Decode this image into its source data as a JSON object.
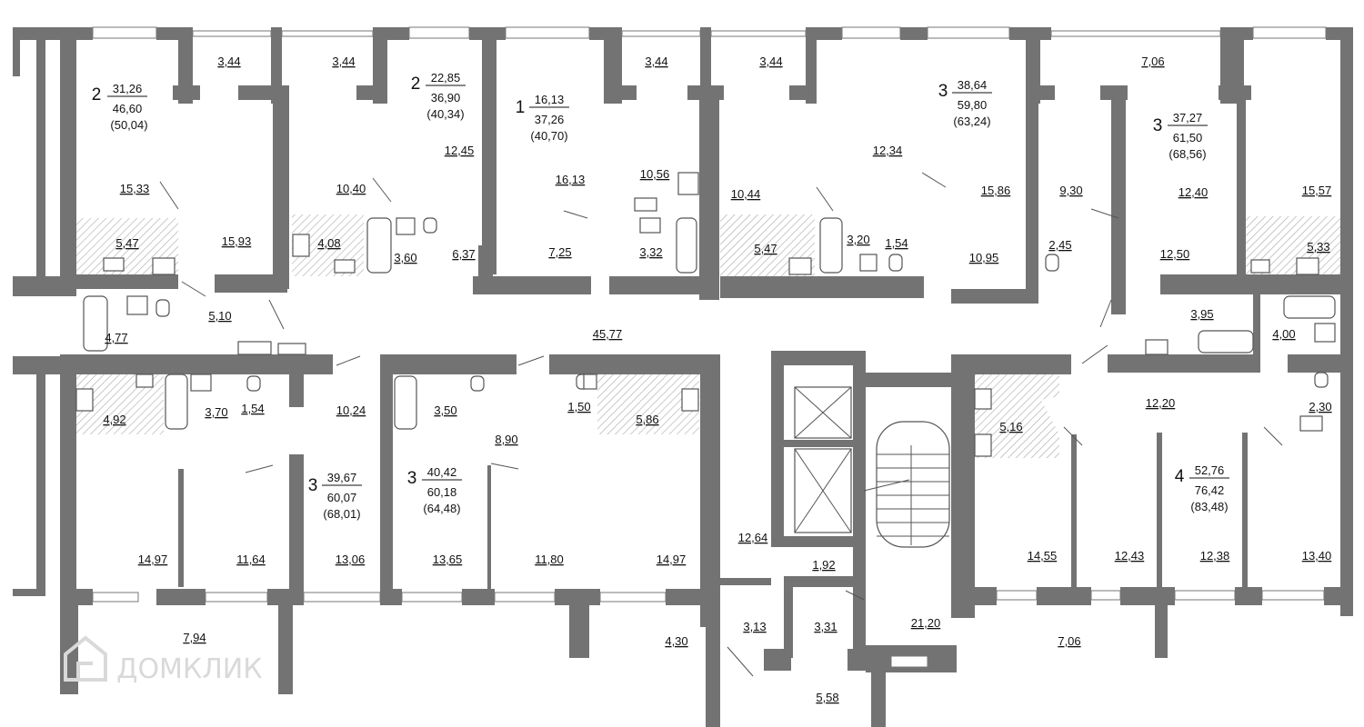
{
  "rooms": [
    "3,44",
    "3,44",
    "3,44",
    "3,44",
    "7,06",
    "15,33",
    "15,93",
    "10,40",
    "12,45",
    "16,13",
    "10,56",
    "10,44",
    "12,34",
    "15,86",
    "9,30",
    "12,40",
    "15,57",
    "5,47",
    "4,08",
    "3,60",
    "6,37",
    "7,25",
    "3,32",
    "5,47",
    "3,20",
    "1,54",
    "10,95",
    "2,45",
    "12,50",
    "5,33",
    "4,77",
    "5,10",
    "45,77",
    "3,95",
    "4,00",
    "4,92",
    "3,70",
    "1,54",
    "10,24",
    "3,50",
    "1,50",
    "5,86",
    "8,90",
    "5,16",
    "12,20",
    "2,30",
    "14,97",
    "11,64",
    "13,06",
    "13,65",
    "11,80",
    "14,97",
    "12,64",
    "1,92",
    "14,55",
    "12,43",
    "12,38",
    "13,40",
    "7,94",
    "4,30",
    "3,13",
    "3,31",
    "21,20",
    "7,06",
    "5,58"
  ],
  "apartments": [
    {
      "rooms": "2",
      "living": "31,26",
      "total": "46,60",
      "with_balcony": "(50,04)"
    },
    {
      "rooms": "2",
      "living": "22,85",
      "total": "36,90",
      "with_balcony": "(40,34)"
    },
    {
      "rooms": "1",
      "living": "16,13",
      "total": "37,26",
      "with_balcony": "(40,70)"
    },
    {
      "rooms": "3",
      "living": "38,64",
      "total": "59,80",
      "with_balcony": "(63,24)"
    },
    {
      "rooms": "3",
      "living": "37,27",
      "total": "61,50",
      "with_balcony": "(68,56)"
    },
    {
      "rooms": "3",
      "living": "39,67",
      "total": "60,07",
      "with_balcony": "(68,01)"
    },
    {
      "rooms": "3",
      "living": "40,42",
      "total": "60,18",
      "with_balcony": "(64,48)"
    },
    {
      "rooms": "4",
      "living": "52,76",
      "total": "76,42",
      "with_balcony": "(83,48)"
    }
  ],
  "watermark": {
    "brand": "ДОМКЛИК",
    "icon": "domclick-logo-icon"
  },
  "colors": {
    "wall": "#737373",
    "hatch": "#9a9a9a",
    "label": "#111111",
    "watermark": "#d9d9d9"
  }
}
